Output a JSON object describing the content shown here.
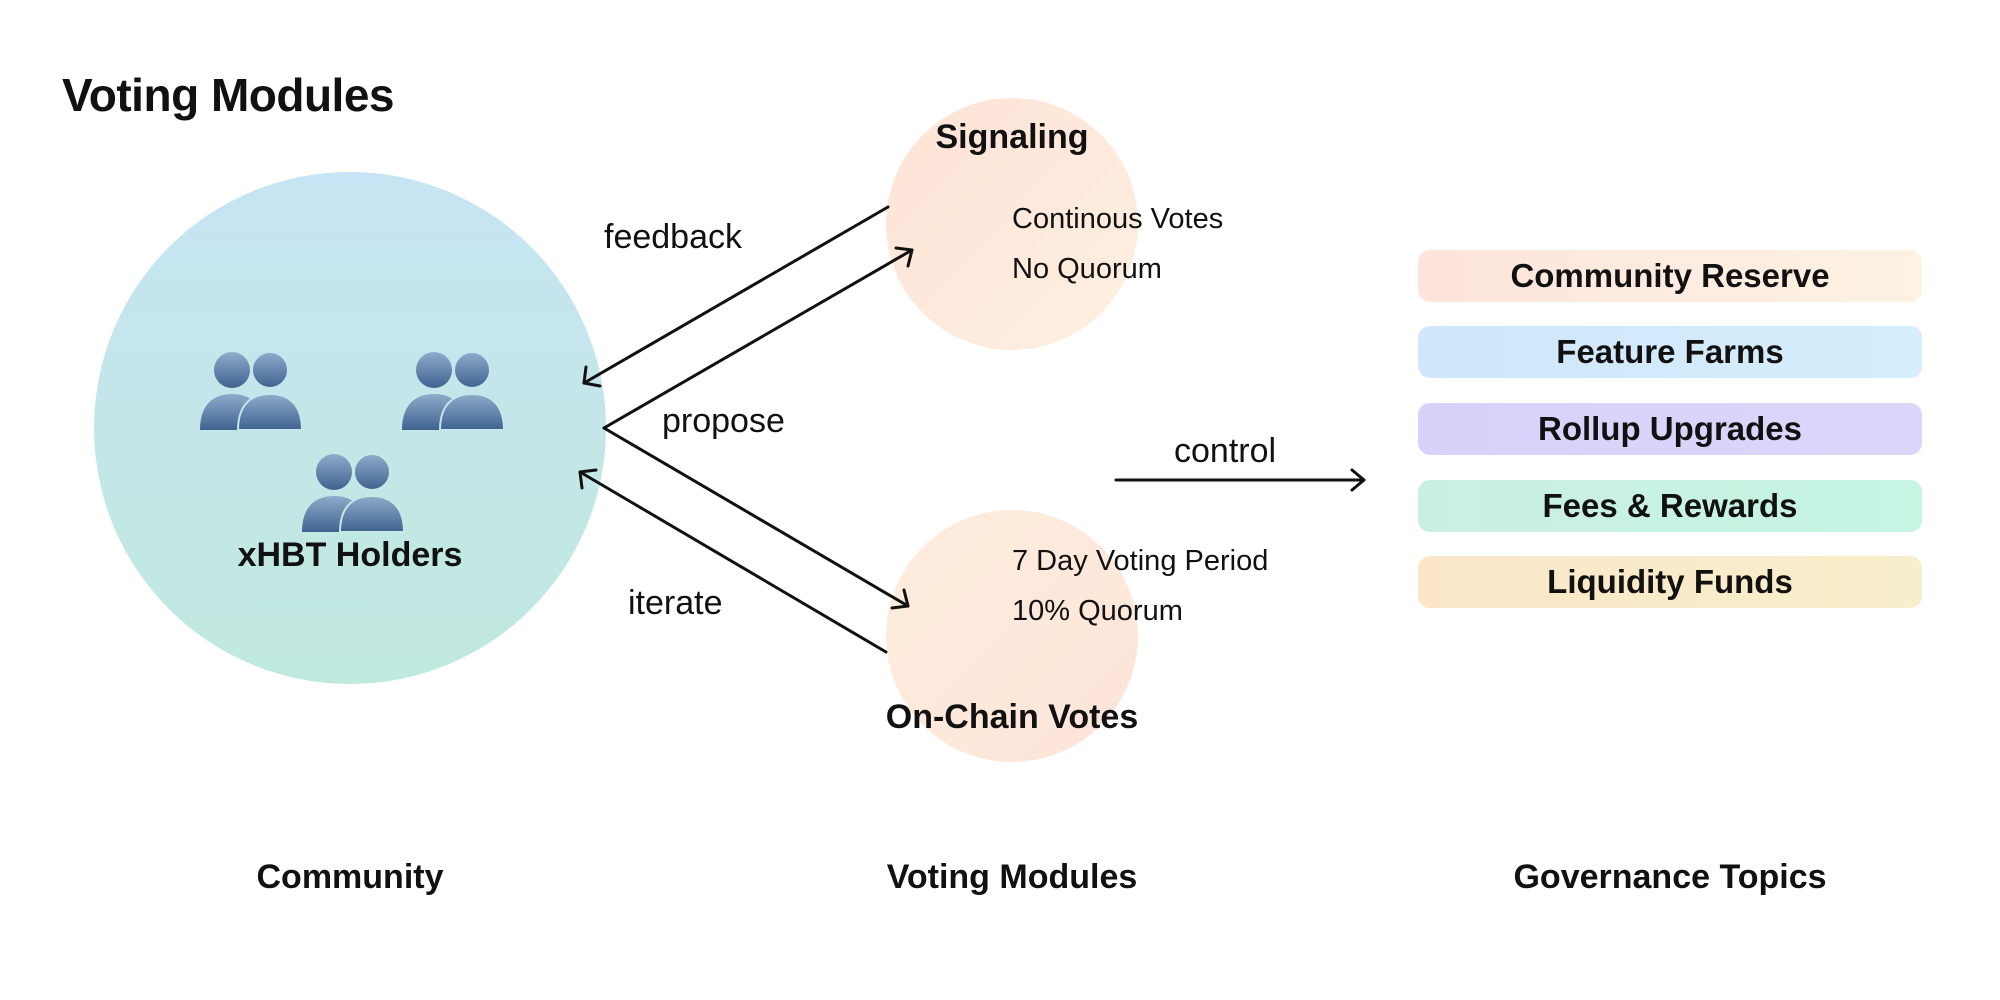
{
  "title": "Voting Modules",
  "community": {
    "holders_label": "xHBT Holders",
    "icon": "people-group-icon"
  },
  "edges": {
    "feedback": "feedback",
    "propose": "propose",
    "iterate": "iterate",
    "control": "control"
  },
  "modules": {
    "signaling": {
      "title": "Signaling",
      "notes": [
        "Continous Votes",
        "No Quorum"
      ]
    },
    "onchain": {
      "title": "On-Chain Votes",
      "notes": [
        "7 Day Voting Period",
        "10% Quorum"
      ]
    }
  },
  "topics": [
    {
      "label": "Community Reserve",
      "colors": [
        "#fde4dc",
        "#fdf3e2"
      ]
    },
    {
      "label": "Feature Farms",
      "colors": [
        "#cfe6fb",
        "#d6eefb"
      ]
    },
    {
      "label": "Rollup Upgrades",
      "colors": [
        "#d8d2fb",
        "#dcd6fa"
      ]
    },
    {
      "label": "Fees & Rewards",
      "colors": [
        "#c9efe0",
        "#c6f5e2"
      ]
    },
    {
      "label": "Liquidity Funds",
      "colors": [
        "#fbe7c8",
        "#f7efcb"
      ]
    }
  ],
  "columns": {
    "community": "Community",
    "voting_modules": "Voting Modules",
    "governance_topics": "Governance Topics"
  }
}
